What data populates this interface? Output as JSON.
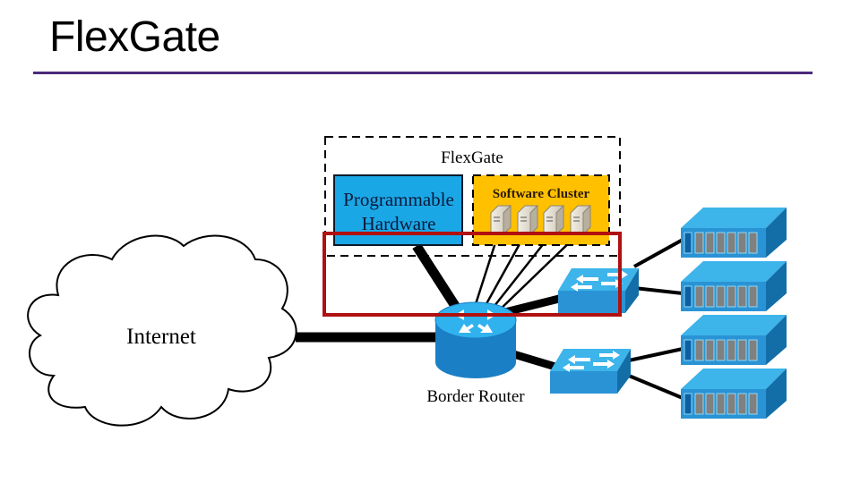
{
  "slide": {
    "title": "FlexGate"
  },
  "diagram": {
    "flexgate_box_label": "FlexGate",
    "programmable_hardware": {
      "line1": "Programmable",
      "line2": "Hardware"
    },
    "software_cluster_label": "Software Cluster",
    "software_cluster_server_count": 4,
    "internet_label": "Internet",
    "border_router_label": "Border Router",
    "switch_count": 2,
    "rack_server_count": 4,
    "colors": {
      "title_rule": "#4b2a7a",
      "programmable_hardware_fill": "#1aa7e6",
      "software_cluster_fill": "#ffc000",
      "cisco_blue": "#2a93d5",
      "highlight_box": "#b01010"
    }
  }
}
